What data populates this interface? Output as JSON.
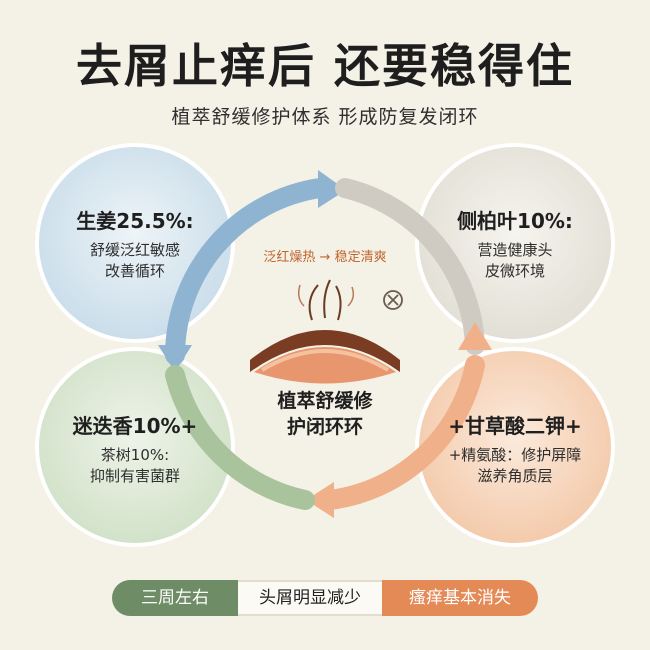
{
  "title": "去屑止痒后 还要稳得住",
  "subtitle": "植萃舒缓修护体系 形成防复发闭环",
  "circles": {
    "top_left": {
      "heading": "生姜25.5%:",
      "lines": [
        "舒缓泛红敏感",
        "改善循环"
      ],
      "color": "#cfe0ec"
    },
    "top_right": {
      "heading": "侧柏叶10%:",
      "lines": [
        "营造健康头",
        "皮微环境"
      ],
      "color": "#e8e5dc"
    },
    "bottom_left": {
      "heading": "迷迭香10%+",
      "lines": [
        "茶树10%:",
        "抑制有害菌群"
      ],
      "color": "#d6e4cf"
    },
    "bottom_right": {
      "heading": "+甘草酸二钾+",
      "lines": [
        "+精氨酸：修护屏障",
        "滋养角质层"
      ],
      "color": "#f6d5bd"
    }
  },
  "center": {
    "note": "泛红燥热 → 稳定清爽",
    "label_lines": [
      "植萃舒缓修",
      "护闭环环"
    ]
  },
  "bottom_bar": {
    "steps": [
      "三周左右",
      "头屑明显减少",
      "瘙痒基本消失"
    ]
  },
  "colors": {
    "arrow_blue": "#8fb4d1",
    "arrow_gray": "#cfcbc2",
    "arrow_green": "#a9c39c",
    "arrow_orange": "#efb08a"
  }
}
